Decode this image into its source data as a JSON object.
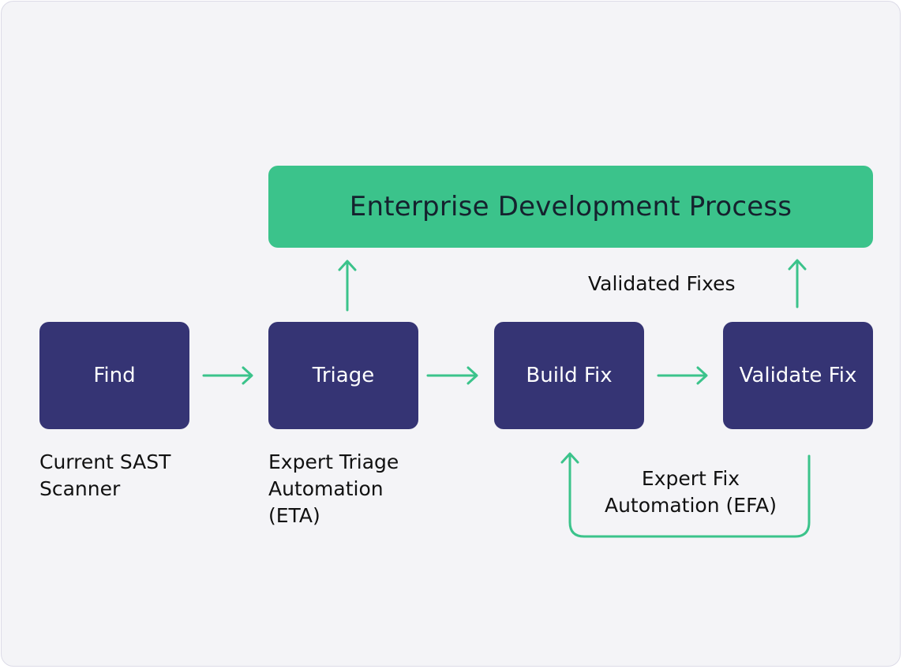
{
  "colors": {
    "background": "#f4f4f7",
    "border": "#dcdbe7",
    "step_fill": "#353474",
    "banner_fill": "#3bc38b",
    "arrow": "#3bc38b",
    "text_dark": "#111111"
  },
  "banner": {
    "label": "Enterprise Development Process"
  },
  "steps": [
    {
      "label": "Find"
    },
    {
      "label": "Triage"
    },
    {
      "label": "Build Fix"
    },
    {
      "label": "Validate Fix"
    }
  ],
  "captions": {
    "find": "Current SAST\nScanner",
    "triage": "Expert Triage\nAutomation\n(ETA)",
    "validated_fixes": "Validated Fixes",
    "efa": "Expert Fix\nAutomation (EFA)"
  },
  "icons": {
    "flow_arrow": "arrow-right-icon",
    "up_arrow": "arrow-up-icon",
    "loop_arrow": "loop-arrow-icon"
  }
}
